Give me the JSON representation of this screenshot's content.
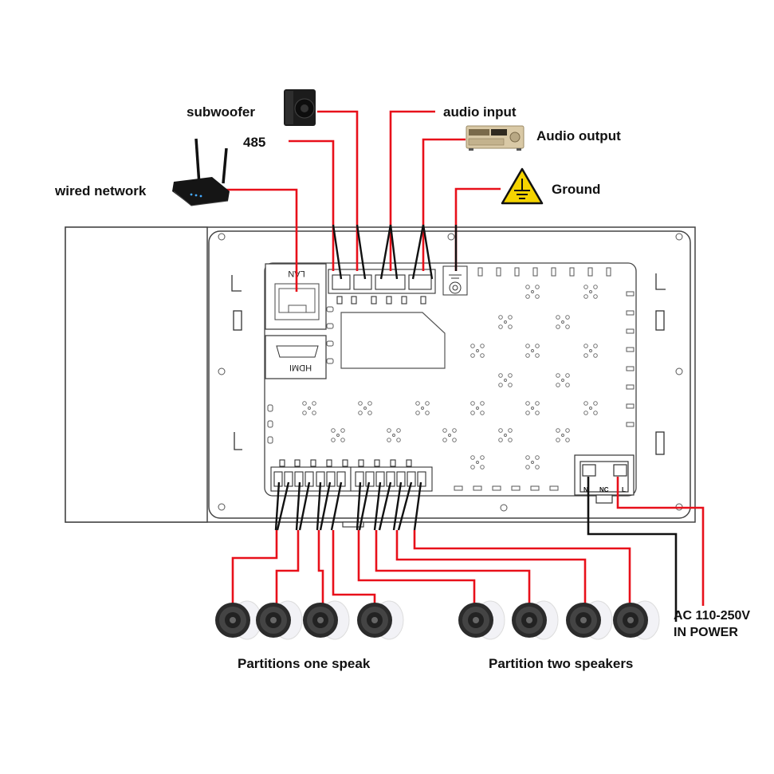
{
  "labels": {
    "subwoofer": "subwoofer",
    "rs485": "485",
    "wired_network": "wired network",
    "audio_input": "audio input",
    "audio_output": "Audio output",
    "ground": "Ground",
    "power_line1": "AC 110-250V",
    "power_line2": "IN POWER",
    "partition_one": "Partitions one speak",
    "partition_two": "Partition two speakers"
  },
  "ports": {
    "lan": "LAN",
    "hdmi": "HDMI",
    "n": "N",
    "nc": "NC",
    "l": "L"
  },
  "colors": {
    "wire_red": "#e8101a",
    "wire_black": "#111111",
    "outline": "#444444"
  }
}
